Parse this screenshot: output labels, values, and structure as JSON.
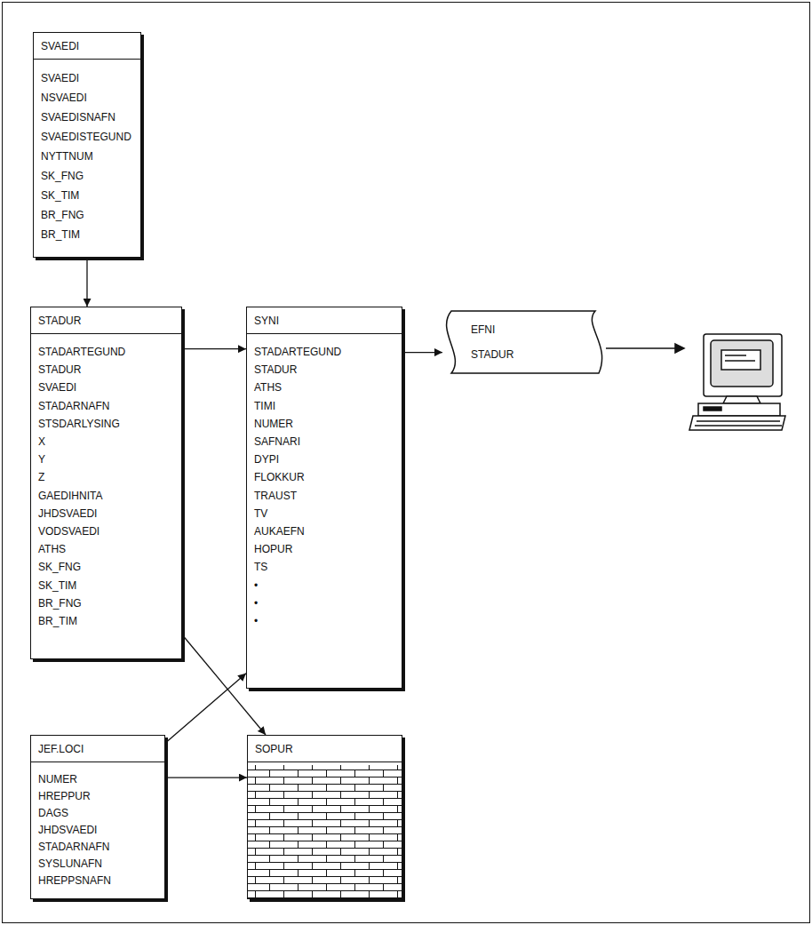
{
  "diagram": {
    "nodes": [
      {
        "text": [
          "SVAEDI",
          "SVAEDI",
          "NSVAEDI",
          "SVAEDISNAFN",
          "SVAEDISTEGUND",
          "NYTTNUM",
          "SK_FNG",
          "SK_TIM",
          "BR_FNG",
          "BR_TIM"
        ]
      },
      {
        "text": [
          "STADUR",
          "STADARTEGUND",
          "STADUR",
          "SVAEDI",
          "STADARNAFN",
          "STSDARLYSING",
          "X",
          "Y",
          "Z",
          "GAEDIHNITA",
          "JHDSVAEDI",
          "VODSVAEDI",
          "ATHS",
          "SK_FNG",
          "SK_TIM",
          "BR_FNG",
          "BR_TIM"
        ]
      },
      {
        "text": [
          "SYNI",
          "STADARTEGUND",
          "STADUR",
          "ATHS",
          "TIMI",
          "NUMER",
          "SAFNARI",
          "DYPI",
          "FLOKKUR",
          "TRAUST",
          "TV",
          "AUKAEFN",
          "HOPUR",
          "TS",
          "•",
          "•",
          "•"
        ]
      },
      {
        "text": [
          "EFNI",
          "STADUR"
        ]
      },
      {
        "text": [
          "JEF.LOCI",
          "NUMER",
          "HREPPUR",
          "DAGS",
          "JHDSVAEDI",
          "STADARNAFN",
          "SYSLUNAFN",
          "HREPPSNAFN"
        ]
      },
      {
        "text": [
          "SOPUR"
        ]
      }
    ],
    "edges": [
      {
        "from": 0,
        "to": 1,
        "arrow": "to"
      },
      {
        "from": 1,
        "to": 2,
        "arrow": "to"
      },
      {
        "from": 2,
        "to": 3,
        "arrow": "to"
      },
      {
        "from": 1,
        "to": 5,
        "arrow": "to"
      },
      {
        "from": 4,
        "to": 2,
        "arrow": "to"
      },
      {
        "from": 4,
        "to": 5,
        "arrow": "to"
      }
    ]
  }
}
